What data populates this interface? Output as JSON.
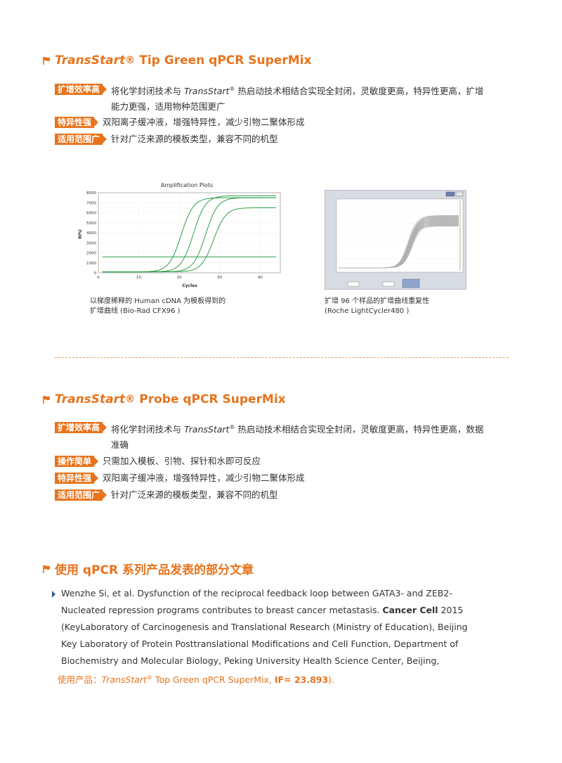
{
  "section1": {
    "brand": "TransStart",
    "reg": "®",
    "title_rest": " Tip Green qPCR SuperMix",
    "features": [
      {
        "tag": "扩增效率高",
        "pre": "将化学封闭技术与 ",
        "brand": "TransStart",
        "reg": "®",
        "post": " 热启动技术相结合实现全封闭，灵敏度更高，特异性更高，扩增",
        "line2": "能力更强，适用物种范围更广"
      },
      {
        "tag": "特异性强",
        "text": "双阳离子缓冲液，增强特异性，减少引物二聚体形成"
      },
      {
        "tag": "适用范围广",
        "text": "针对广泛来源的模板类型，兼容不同的机型"
      }
    ]
  },
  "chart1": {
    "title": "Amplification Plots",
    "ylabel": "RFU",
    "xlabel": "Cycles",
    "caption_line1": "以梯度稀释的 Human cDNA 为模板得到的",
    "caption_line2": "扩增曲线 (Bio-Rad CFX96 )"
  },
  "chart2": {
    "caption_line1": "扩增 96 个样品的扩增曲线重复性",
    "caption_line2": "(Roche LightCycler480 )"
  },
  "chart_data": [
    {
      "type": "line",
      "title": "Amplification Plots",
      "xlabel": "Cycles",
      "ylabel": "RFU",
      "xlim": [
        0,
        45
      ],
      "ylim": [
        0,
        8000
      ],
      "xticks": [
        0,
        10,
        20,
        30,
        40
      ],
      "yticks": [
        0,
        1000,
        2000,
        3000,
        4000,
        5000,
        6000,
        7000,
        8000
      ],
      "threshold": 1600,
      "grid": true,
      "color": "#2e9e48",
      "series": [
        {
          "midpoint": 20.5,
          "plateau": 7500
        },
        {
          "midpoint": 23.5,
          "plateau": 7700
        },
        {
          "midpoint": 26.5,
          "plateau": 7500
        },
        {
          "midpoint": 28.5,
          "plateau": 6500
        }
      ]
    },
    {
      "type": "line",
      "title": "",
      "series_count": 96,
      "color": "#b0b0b0"
    }
  ],
  "section2": {
    "brand": "TransStart",
    "reg": "®",
    "title_rest": " Probe qPCR SuperMix",
    "features": [
      {
        "tag": "扩增效率高",
        "pre": "将化学封闭技术与 ",
        "brand": "TransStart",
        "reg": "®",
        "post": " 热启动技术相结合实现全封闭，灵敏度更高，特异性更高，数据",
        "line2": "准确"
      },
      {
        "tag": "操作简单",
        "text": "只需加入模板、引物、探针和水即可反应"
      },
      {
        "tag": "特异性强",
        "text": "双阳离子缓冲液，增强特异性，减少引物二聚体形成"
      },
      {
        "tag": "适用范围广",
        "text": "针对广泛来源的模板类型，兼容不同的机型"
      }
    ]
  },
  "section3": {
    "title": "使用 qPCR 系列产品发表的部分文章"
  },
  "paper": {
    "line1": "Wenzhe Si, et al. Dysfunction of the reciprocal feedback loop between GATA3- and ZEB2-",
    "line2_pre": "Nucleated repression programs contributes to breast cancer metastasis. ",
    "journal": "Cancer Cell",
    "year": " 2015",
    "line3": "(KeyLaboratory of Carcinogenesis and Translational Research (Ministry of Education), Beijing",
    "line4": "Key Laboratory of Protein Posttranslational Modifications and Cell Function, Department of",
    "line5": "Biochemistry and Molecular Biology, Peking University Health Science Center, Beijing,",
    "used_pre": "使用产品：",
    "used_brand": "TransStart",
    "used_reg": "®",
    "used_rest": " Top Green qPCR SuperMix, ",
    "if_label": "IF= 23.893",
    "used_end": ")."
  },
  "colors": {
    "accent": "#e8731c",
    "curve": "#2e9e48",
    "bullet": "#3a5a9a"
  }
}
